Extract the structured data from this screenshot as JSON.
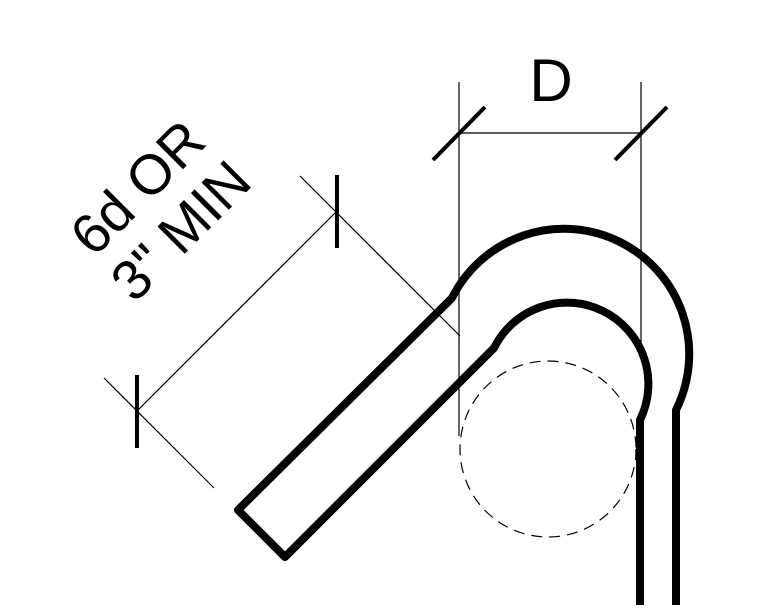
{
  "diagram": {
    "dimension_label": "D",
    "embed_label_line1": "6d OR",
    "embed_label_line2": "3\" MIN",
    "colors": {
      "line": "#000000",
      "background": "#ffffff"
    }
  }
}
